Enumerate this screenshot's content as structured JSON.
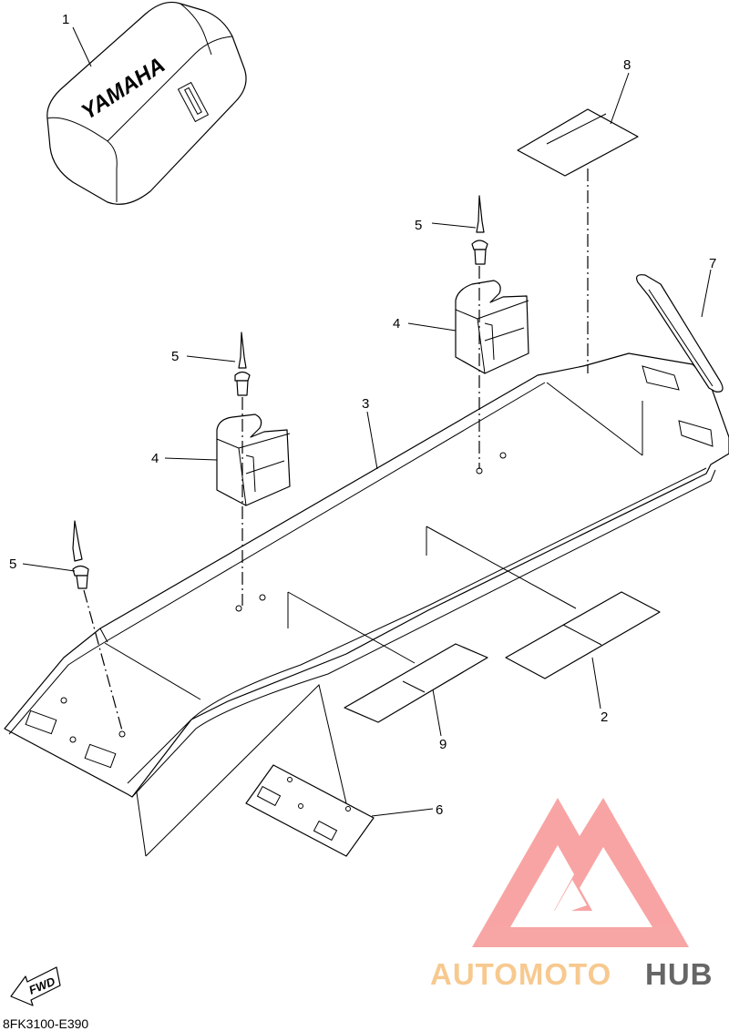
{
  "diagram": {
    "code": "8FK3100-E390",
    "fwd_label": "FWD",
    "cover_logo": "YAMAHA",
    "callouts": {
      "c1": "1",
      "c2": "2",
      "c3": "3",
      "c4a": "4",
      "c4b": "4",
      "c5a": "5",
      "c5b": "5",
      "c5c": "5",
      "c6": "6",
      "c7": "7",
      "c8": "8",
      "c9": "9"
    }
  },
  "watermark": {
    "text_part1": "AUTOMOTO",
    "text_part2": "HUB",
    "colors": {
      "logo": "#f8a0a0",
      "text_part1": "#f7c98f",
      "text_part2": "#666666"
    }
  }
}
